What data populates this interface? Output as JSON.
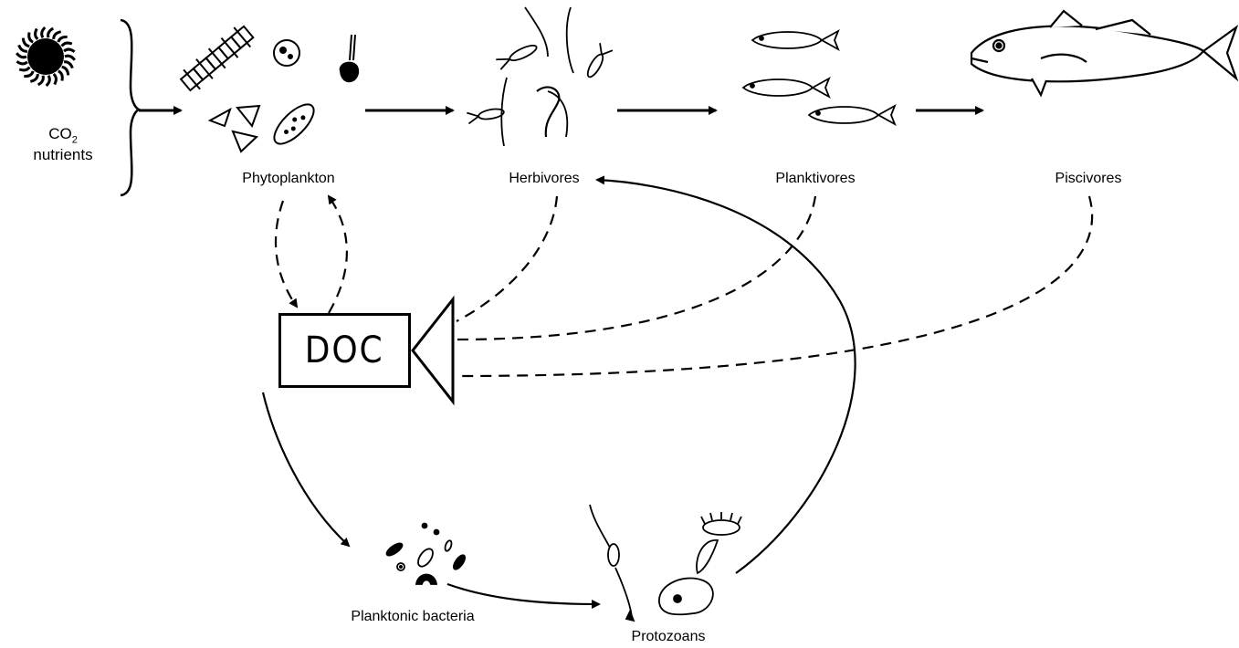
{
  "source": {
    "co2_label": "CO",
    "co2_subscript": "2",
    "nutrients_label": "nutrients",
    "icon": "sun-icon"
  },
  "nodes": {
    "phytoplankton": "Phytoplankton",
    "herbivores": "Herbivores",
    "planktivores": "Planktivores",
    "piscivores": "Piscivores",
    "doc": "DOC",
    "bacteria": "Planktonic bacteria",
    "protozoans": "Protozoans"
  },
  "icons": {
    "phytoplankton": "phytoplankton-cells-icon",
    "herbivores": "zooplankton-copepods-icon",
    "planktivores": "small-fish-icon",
    "piscivores": "large-fish-icon",
    "bacteria": "bacteria-icon",
    "protozoans": "protozoa-icon",
    "funnel": "funnel-icon"
  }
}
